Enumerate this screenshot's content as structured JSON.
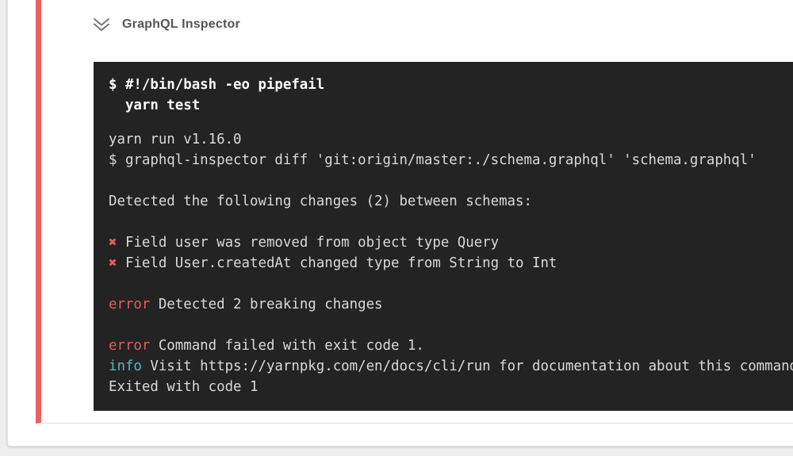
{
  "colors": {
    "page_background": "#efefef",
    "card_background": "#ffffff",
    "card_border": "#e0e0e0",
    "accent_red": "#e8605f",
    "terminal_background": "#232323",
    "terminal_text": "#d9d9d9",
    "terminal_bold_text": "#fdfdfd",
    "terminal_red": "#e25d5c",
    "terminal_cyan": "#56b6c2",
    "title_text": "#555555",
    "chevron": "#757575"
  },
  "step": {
    "title": "GraphQL Inspector",
    "chevron_icon": "double-chevron-down-icon"
  },
  "terminal": {
    "command_lines": [
      {
        "spans": [
          {
            "text": "$ #!/bin/bash -eo pipefail"
          }
        ]
      },
      {
        "spans": [
          {
            "text": "  yarn test"
          }
        ]
      }
    ],
    "output_lines": [
      {
        "spans": [
          {
            "text": "yarn run v1.16.0"
          }
        ]
      },
      {
        "spans": [
          {
            "text": "$ graphql-inspector diff 'git:origin/master:./schema.graphql' 'schema.graphql'"
          }
        ]
      },
      {
        "spans": []
      },
      {
        "spans": [
          {
            "text": "Detected the following changes (2) between schemas:"
          }
        ]
      },
      {
        "spans": []
      },
      {
        "spans": [
          {
            "text": "✖",
            "color": "red"
          },
          {
            "text": " Field user was removed from object type Query"
          }
        ]
      },
      {
        "spans": [
          {
            "text": "✖",
            "color": "red"
          },
          {
            "text": " Field User.createdAt changed type from String to Int"
          }
        ]
      },
      {
        "spans": []
      },
      {
        "spans": [
          {
            "text": "error",
            "color": "red"
          },
          {
            "text": " Detected 2 breaking changes"
          }
        ]
      },
      {
        "spans": []
      },
      {
        "spans": [
          {
            "text": "error",
            "color": "red"
          },
          {
            "text": " Command failed with exit code 1."
          }
        ]
      },
      {
        "spans": [
          {
            "text": "info",
            "color": "cyan"
          },
          {
            "text": " Visit https://yarnpkg.com/en/docs/cli/run for documentation about this command."
          }
        ]
      },
      {
        "spans": [
          {
            "text": "Exited with code 1"
          }
        ]
      }
    ]
  }
}
